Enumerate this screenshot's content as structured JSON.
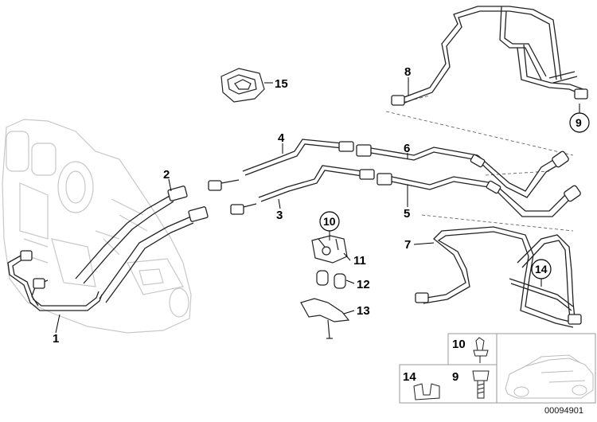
{
  "diagram": {
    "callouts": {
      "c1": "1",
      "c2": "2",
      "c3": "3",
      "c4": "4",
      "c5": "5",
      "c6": "6",
      "c7": "7",
      "c8": "8",
      "c9": "9",
      "c10": "10",
      "c11": "11",
      "c12": "12",
      "c13": "13",
      "c14": "14",
      "c15": "15"
    },
    "inset": {
      "label_10": "10",
      "label_9": "9",
      "label_14": "14"
    },
    "document_number": "00094901"
  }
}
